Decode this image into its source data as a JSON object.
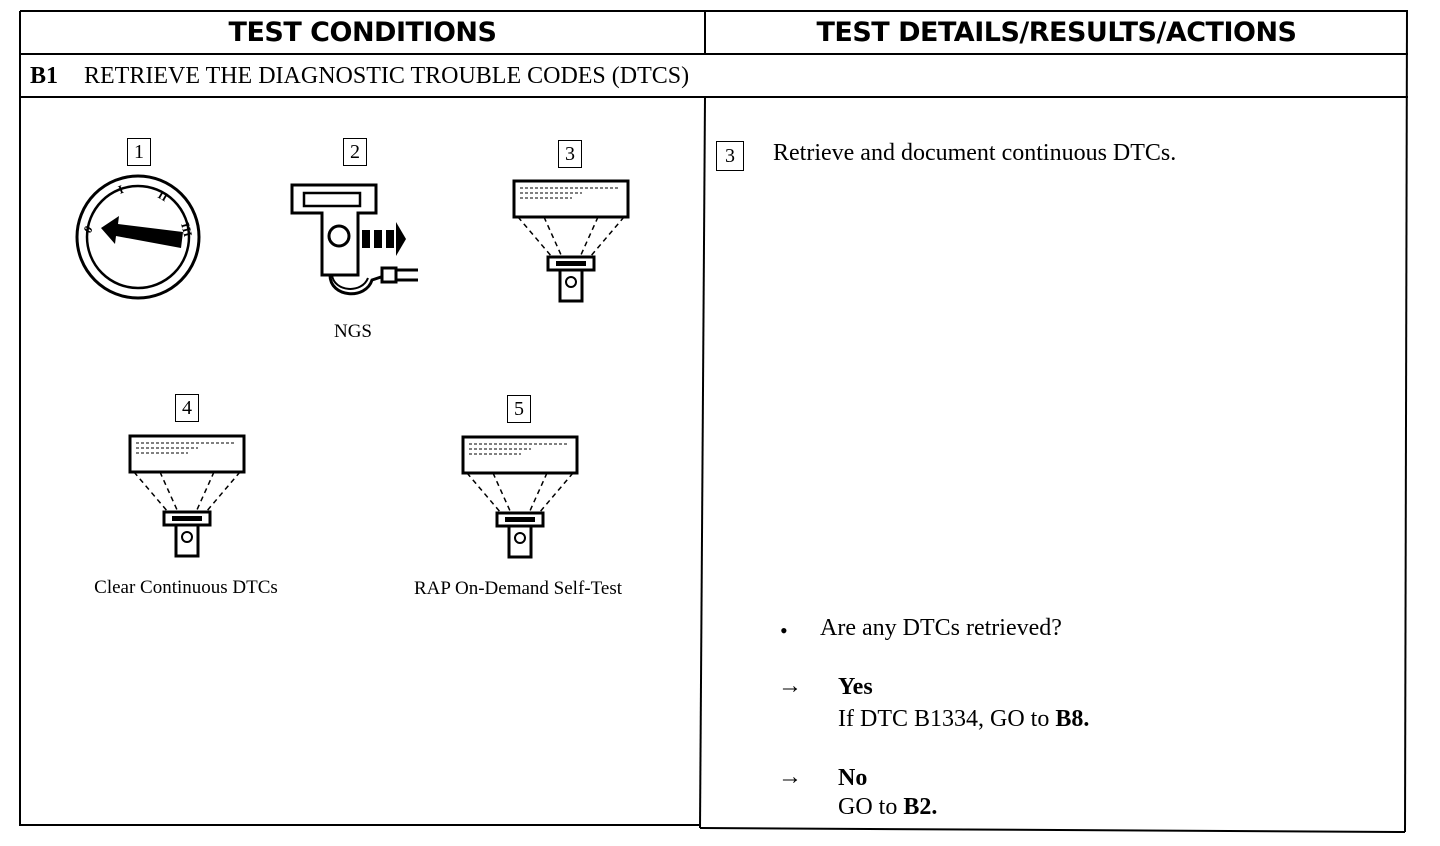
{
  "header": {
    "left_title": "TEST CONDITIONS",
    "right_title": "TEST DETAILS/RESULTS/ACTIONS"
  },
  "step": {
    "code": "B1",
    "title": "RETRIEVE THE DIAGNOSTIC TROUBLE CODES (DTCS)"
  },
  "figures": [
    {
      "number": "1",
      "caption": "",
      "icon": "ignition-switch-icon"
    },
    {
      "number": "2",
      "caption": "NGS",
      "icon": "ngs-tester-icon"
    },
    {
      "number": "3",
      "caption": "",
      "icon": "tester-display-icon"
    },
    {
      "number": "4",
      "caption": "Clear Continuous DTCs",
      "icon": "tester-display-icon"
    },
    {
      "number": "5",
      "caption": "RAP On-Demand Self-Test",
      "icon": "tester-display-icon"
    }
  ],
  "ignition_labels": [
    "0",
    "I",
    "II",
    "III"
  ],
  "details": {
    "step_ref": "3",
    "instruction": "Retrieve and document continuous DTCs.",
    "bullet": "•",
    "question": "Are any DTCs retrieved?",
    "arrow_glyph": "→",
    "yes": {
      "label": "Yes",
      "text_prefix": "If DTC B1334, GO to ",
      "target": "B8",
      "suffix": "."
    },
    "no": {
      "label": "No",
      "text_prefix": "GO to ",
      "target": "B2",
      "suffix": "."
    }
  }
}
